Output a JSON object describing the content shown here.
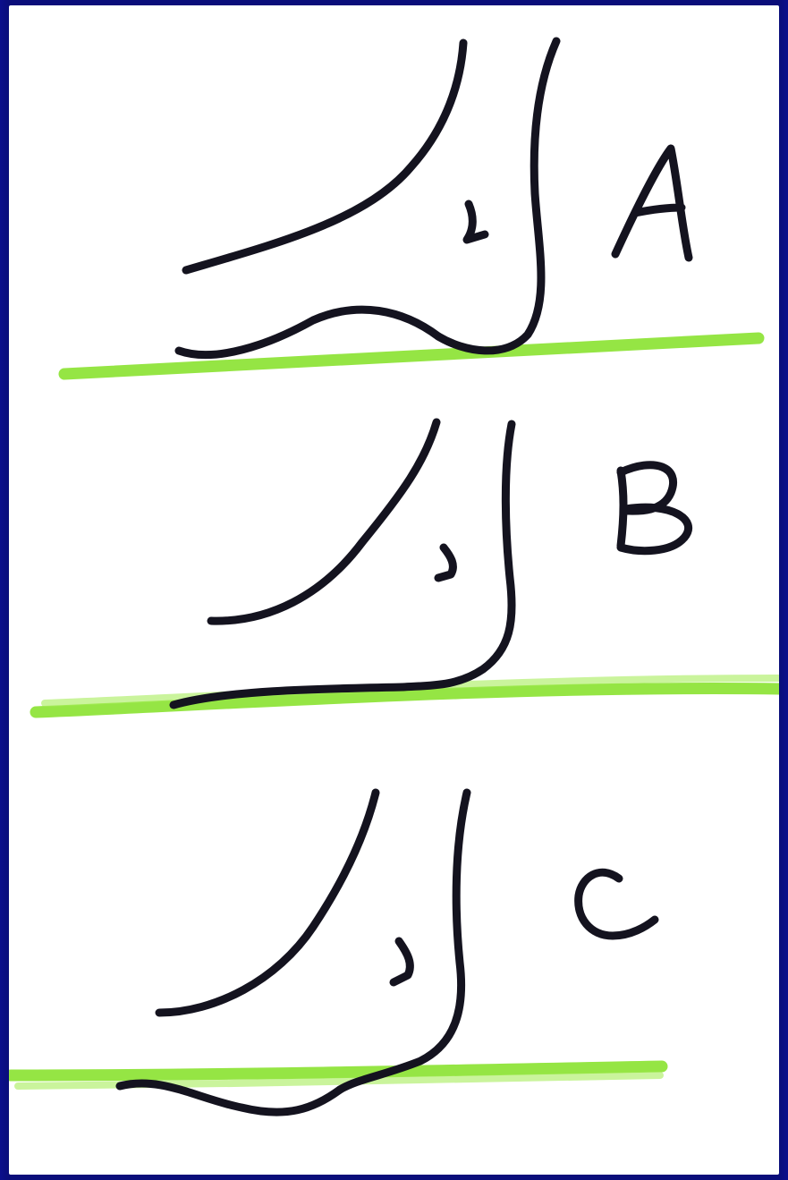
{
  "figure": {
    "panels": [
      {
        "id": "A",
        "label": "A",
        "ground_color": "#8fe43a",
        "ink_color": "#14131f"
      },
      {
        "id": "B",
        "label": "B",
        "ground_color": "#8fe43a",
        "ink_color": "#14131f"
      },
      {
        "id": "C",
        "label": "C",
        "ground_color": "#8fe43a",
        "ink_color": "#14131f"
      }
    ],
    "background_color": "#ffffff",
    "border_color": "#0a0e7a"
  }
}
